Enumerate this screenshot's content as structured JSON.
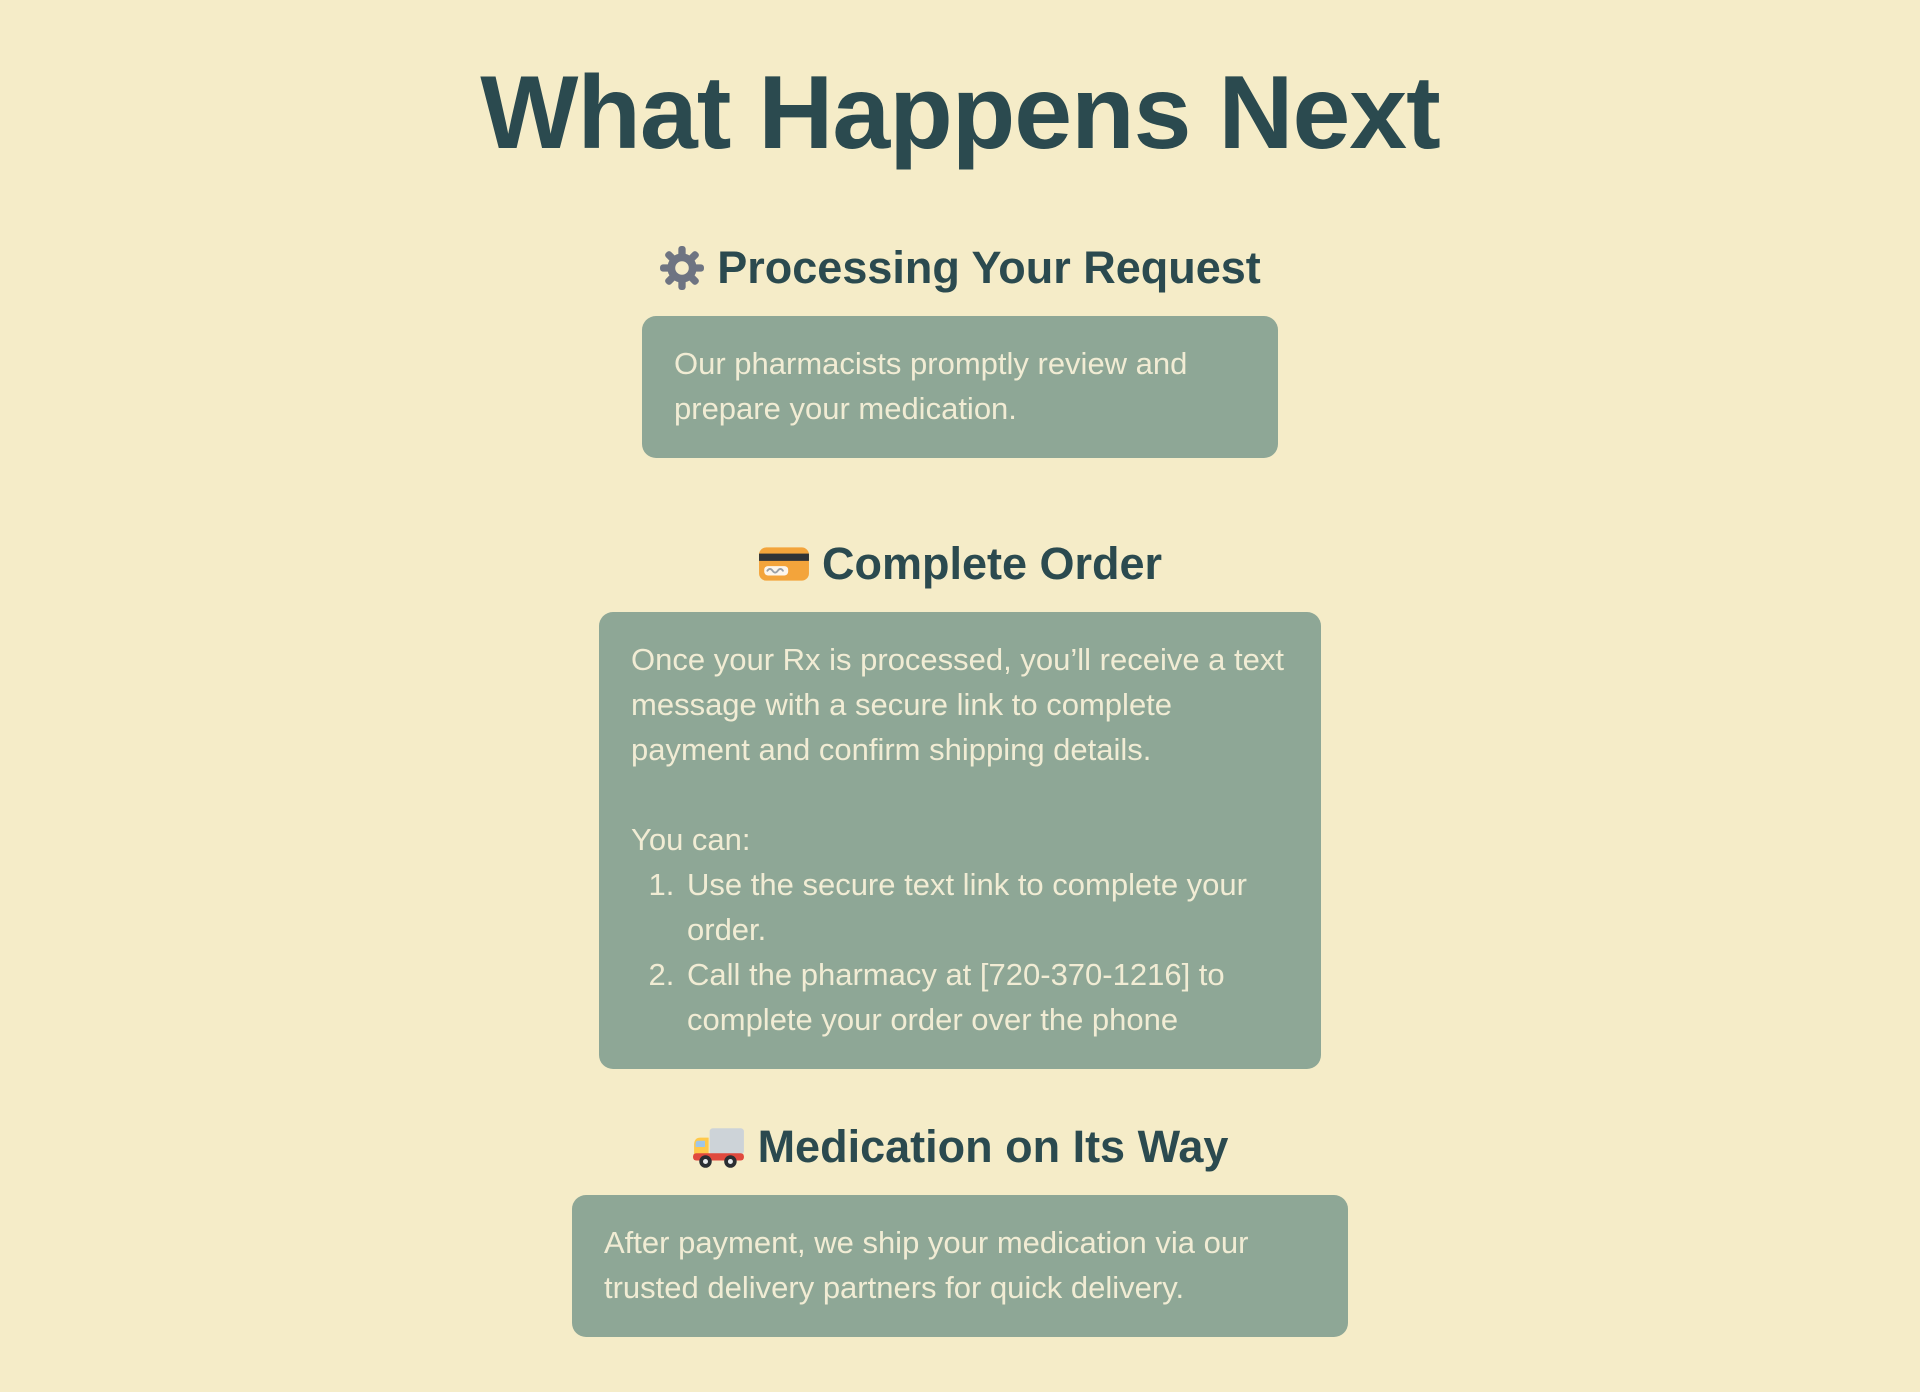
{
  "colors": {
    "background": "#F5ECC8",
    "card_background": "#8EA796",
    "heading_text": "#2B4A4F",
    "card_text": "#F1ECD4",
    "gear_gray": "#6E7482",
    "credit_card_orange": "#F3A43B",
    "truck_yellow": "#FFC94A",
    "truck_red": "#E0493E"
  },
  "title": "What Happens Next",
  "sections": [
    {
      "icon": "gear-icon",
      "heading": "Processing Your Request",
      "body": "Our pharmacists promptly review and prepare your medication."
    },
    {
      "icon": "credit-card-icon",
      "heading": "Complete Order",
      "paragraph": "Once your Rx is processed, you’ll receive a text message with a secure link to complete payment and confirm shipping details.",
      "list_intro": "You can:",
      "list": [
        "Use the secure text link to complete your order.",
        "Call the pharmacy at [720-370-1216] to complete your order over the phone"
      ]
    },
    {
      "icon": "truck-icon",
      "heading": "Medication on Its Way",
      "body": "After payment, we ship your medication via our trusted delivery partners for quick delivery."
    }
  ]
}
